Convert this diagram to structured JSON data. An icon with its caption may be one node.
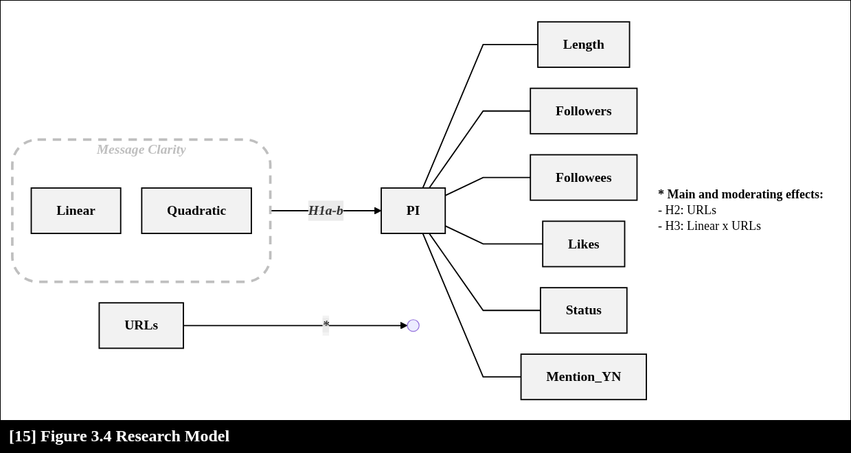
{
  "diagram": {
    "caption": "[15] Figure 3.4 Research Model",
    "nodes": [
      {
        "text": [
          "Message Clarity"
        ]
      },
      {
        "text": [
          "Linear"
        ],
        "in": 0
      },
      {
        "text": [
          "Quadratic"
        ],
        "in": 0
      },
      {
        "text": [
          "PI"
        ]
      },
      {
        "text": [
          "Length"
        ]
      },
      {
        "text": [
          "Followers"
        ]
      },
      {
        "text": [
          "Followees"
        ]
      },
      {
        "text": [
          "Likes"
        ]
      },
      {
        "text": [
          "Status"
        ]
      },
      {
        "text": [
          "Mention_YN"
        ]
      },
      {
        "text": [
          "URLs"
        ]
      }
    ],
    "edges": [
      {
        "from": 0,
        "to": 3,
        "arrow": "to",
        "label": "H1a-b"
      },
      {
        "from": 10,
        "to": null,
        "arrow": "to",
        "label": "*"
      },
      {
        "from": 3,
        "to": 4,
        "arrow": "none"
      },
      {
        "from": 3,
        "to": 5,
        "arrow": "none"
      },
      {
        "from": 3,
        "to": 6,
        "arrow": "none"
      },
      {
        "from": 3,
        "to": 7,
        "arrow": "none"
      },
      {
        "from": 3,
        "to": 8,
        "arrow": "none"
      },
      {
        "from": 3,
        "to": 9,
        "arrow": "none"
      }
    ],
    "labels": [
      "* Main and moderating effects:",
      "- H2: URLs",
      "- H3: Linear x URLs"
    ]
  }
}
